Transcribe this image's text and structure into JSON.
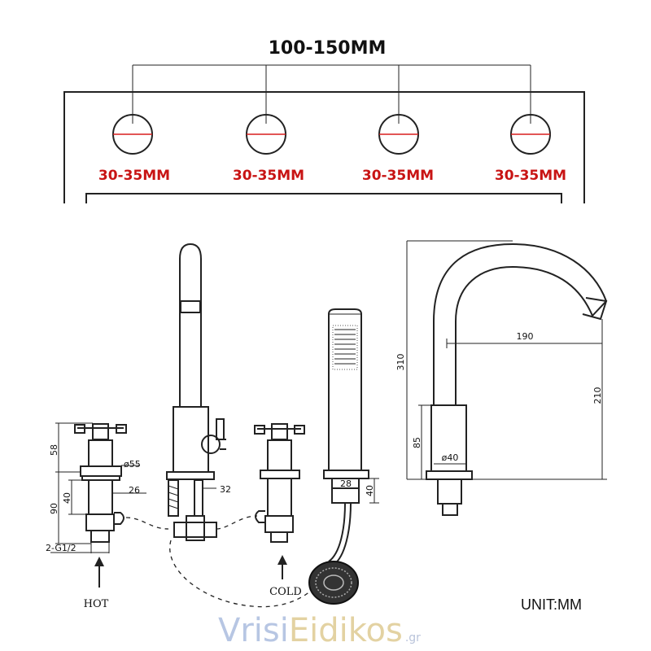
{
  "spacing": {
    "label": "100-150MM"
  },
  "holes": [
    {
      "label": "30-35MM"
    },
    {
      "label": "30-35MM"
    },
    {
      "label": "30-35MM"
    },
    {
      "label": "30-35MM"
    }
  ],
  "dimensions": {
    "handle_height": "58",
    "handle_dia": "ø55",
    "body_height": "40",
    "body_width": "26",
    "total_height": "90",
    "thread": "2-G1/2",
    "shaft_dia": "32",
    "shower_base_width": "28",
    "shower_base_height": "40",
    "spout_height": "310",
    "spout_reach": "190",
    "spout_clearance": "210",
    "spout_base_height": "85",
    "spout_base_dia": "ø40"
  },
  "labels": {
    "hot": "HOT",
    "cold": "COLD",
    "unit": "UNIT:MM"
  },
  "watermark": {
    "part1": "Vrisi",
    "part2": "Eidikos",
    "suffix": ".gr"
  }
}
